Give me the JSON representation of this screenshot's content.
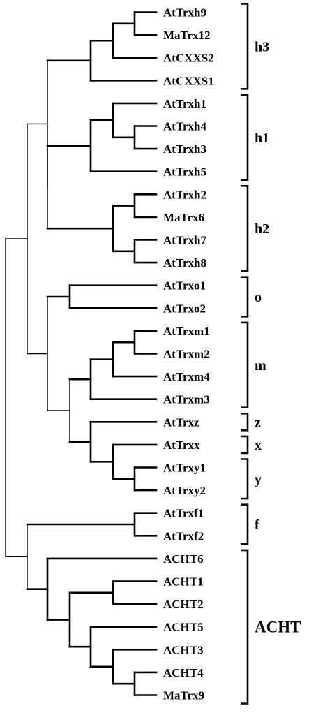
{
  "diagram": {
    "type": "phylogenetic-tree",
    "leaves": [
      "AtTrxh9",
      "MaTrx12",
      "AtCXXS2",
      "AtCXXS1",
      "AtTrxh1",
      "AtTrxh4",
      "AtTrxh3",
      "AtTrxh5",
      "AtTrxh2",
      "MaTrx6",
      "AtTrxh7",
      "AtTrxh8",
      "AtTrxo1",
      "AtTrxo2",
      "AtTrxm1",
      "AtTrxm2",
      "AtTrxm4",
      "AtTrxm3",
      "AtTrxz",
      "AtTrxx",
      "AtTrxy1",
      "AtTrxy2",
      "AtTrxf1",
      "AtTrxf2",
      "ACHT6",
      "ACHT1",
      "ACHT2",
      "ACHT5",
      "ACHT3",
      "ACHT4",
      "MaTrx9"
    ],
    "groups": [
      {
        "label": "h3",
        "first": 0,
        "last": 3
      },
      {
        "label": "h1",
        "first": 4,
        "last": 7
      },
      {
        "label": "h2",
        "first": 8,
        "last": 11
      },
      {
        "label": "o",
        "first": 12,
        "last": 13
      },
      {
        "label": "m",
        "first": 14,
        "last": 17
      },
      {
        "label": "z",
        "first": 18,
        "last": 18
      },
      {
        "label": "x",
        "first": 19,
        "last": 19
      },
      {
        "label": "y",
        "first": 20,
        "last": 21
      },
      {
        "label": "f",
        "first": 22,
        "last": 23
      },
      {
        "label": "ACHT",
        "first": 24,
        "last": 30
      }
    ]
  }
}
